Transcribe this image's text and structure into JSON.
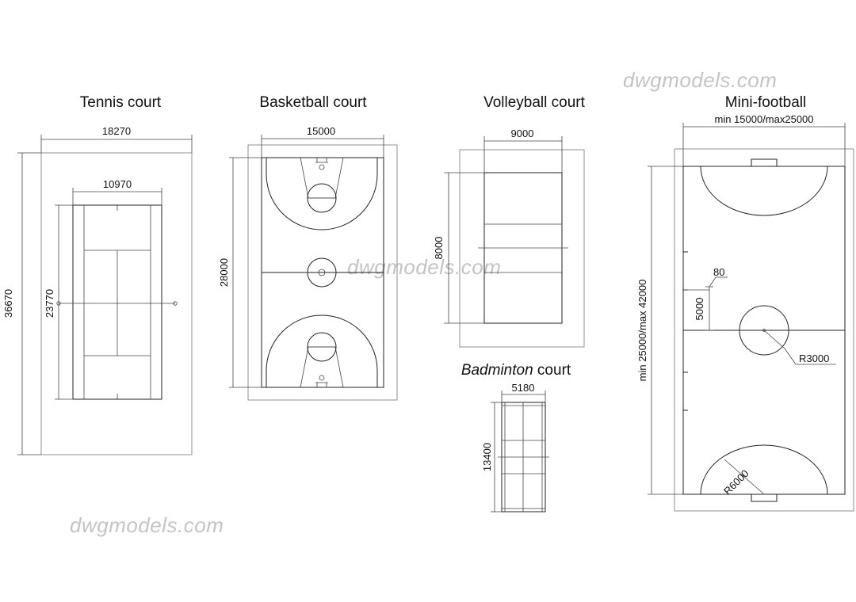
{
  "watermarks": {
    "top": "dwgmodels.com",
    "center": "dwgmodels.com",
    "bottom": "dwgmodels.com"
  },
  "tennis": {
    "title": "Tennis court",
    "width_total": "18270",
    "width_doubles": "10970",
    "length_total": "36670",
    "length_court": "23770"
  },
  "basketball": {
    "title": "Basketball court",
    "width": "15000",
    "length": "28000"
  },
  "volleyball": {
    "title": "Volleyball court",
    "width": "9000",
    "length": "8000"
  },
  "badminton": {
    "title_italic": "Badminton",
    "title_rest": " court",
    "width": "5180",
    "length": "13400"
  },
  "minifootball": {
    "title": "Mini-football",
    "width": "min 15000/max25000",
    "length": "min 25000/max 42000",
    "offset": "80",
    "spot": "5000",
    "center_radius": "R3000",
    "area_radius": "R6000"
  }
}
